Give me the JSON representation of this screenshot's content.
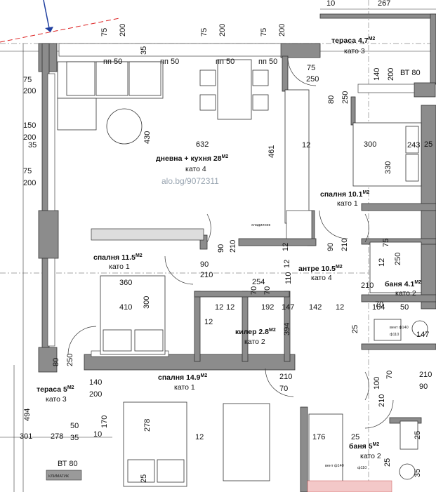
{
  "watermark": "alo.bg/9072311",
  "rooms": [
    {
      "key": "living",
      "name": "дневна + кухня 28",
      "unit": "M2",
      "floor": "като 4"
    },
    {
      "key": "bed1",
      "name": "спалня 10.1",
      "unit": "M2",
      "floor": "като 1"
    },
    {
      "key": "bed2",
      "name": "спалня 11.5",
      "unit": "M2",
      "floor": "като 1"
    },
    {
      "key": "hall",
      "name": "антре 10.5",
      "unit": "M2",
      "floor": "като 4"
    },
    {
      "key": "bath1",
      "name": "баня 4.1",
      "unit": "M2",
      "floor": "като 2"
    },
    {
      "key": "closet",
      "name": "килер 2.8",
      "unit": "M2",
      "floor": "като 2"
    },
    {
      "key": "bed3",
      "name": "спалня 14.9",
      "unit": "M2",
      "floor": "като 1"
    },
    {
      "key": "terrace1",
      "name": "тераса 4,7",
      "unit": "M2",
      "floor": "като 3"
    },
    {
      "key": "terrace2",
      "name": "тераса 5",
      "unit": "M2",
      "floor": "като 3"
    },
    {
      "key": "bath2",
      "name": "баня 5",
      "unit": "M2",
      "floor": "като 2"
    }
  ],
  "dimensions": [
    "10",
    "267",
    "75",
    "200",
    "75",
    "200",
    "75",
    "200",
    "75",
    "250",
    "80",
    "250",
    "140",
    "200",
    "35",
    "пп 50",
    "пп 50",
    "пп 50",
    "пп 50",
    "75",
    "200",
    "150",
    "200",
    "75",
    "200",
    "35",
    "632",
    "430",
    "461",
    "12",
    "300",
    "330",
    "25",
    "90",
    "210",
    "90",
    "210",
    "12",
    "90",
    "210",
    "360",
    "410",
    "300",
    "254",
    "70",
    "70",
    "110",
    "12",
    "192",
    "12",
    "142",
    "12",
    "164",
    "50",
    "12",
    "12",
    "147",
    "394",
    "25",
    "147",
    "70",
    "210",
    "100",
    "210",
    "90",
    "210",
    "70",
    "75",
    "250",
    "80",
    "250",
    "140",
    "200",
    "50",
    "35",
    "170",
    "10",
    "278",
    "301",
    "494",
    "278",
    "12",
    "25",
    "176",
    "25",
    "25",
    "35",
    "25",
    "243",
    "12",
    "70",
    "210"
  ],
  "labels": {
    "vt1": "ВТ 80",
    "vt2": "ВТ 80",
    "klimatik": "КЛИМАТИК",
    "vent1": "вент ф140",
    "vent2": "вент ф140",
    "vent3": "ф110",
    "vent4": "ф110",
    "fridge": "хладилник"
  }
}
